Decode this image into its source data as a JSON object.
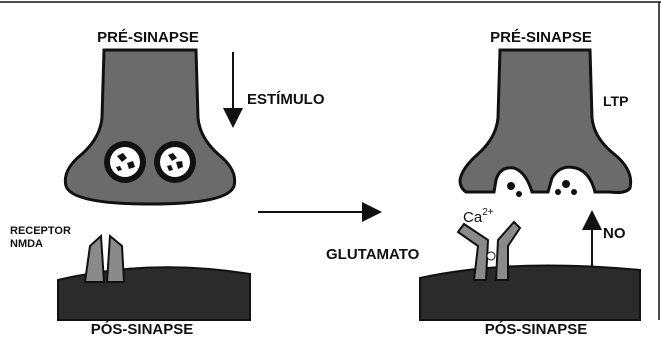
{
  "left_panel": {
    "top_label": "PRÉ-SINAPSE",
    "stimulus_label": "ESTÍMULO",
    "receptor_label_line1": "RECEPTOR",
    "receptor_label_line2": "NMDA",
    "bottom_label": "PÓS-SINAPSE"
  },
  "right_panel": {
    "top_label": "PRÉ-SINAPSE",
    "ltp_label": "LTP",
    "calcium_label": "Ca",
    "calcium_superscript": "2+",
    "glutamate_label": "GLUTAMATO",
    "no_label": "NO",
    "bottom_label": "PÓS-SINAPSE"
  },
  "colors": {
    "tissue": "#6b6b6b",
    "membrane": "#2b2b2b",
    "receptor": "#8a8a8a",
    "stroke": "#111111",
    "background": "#ffffff"
  }
}
